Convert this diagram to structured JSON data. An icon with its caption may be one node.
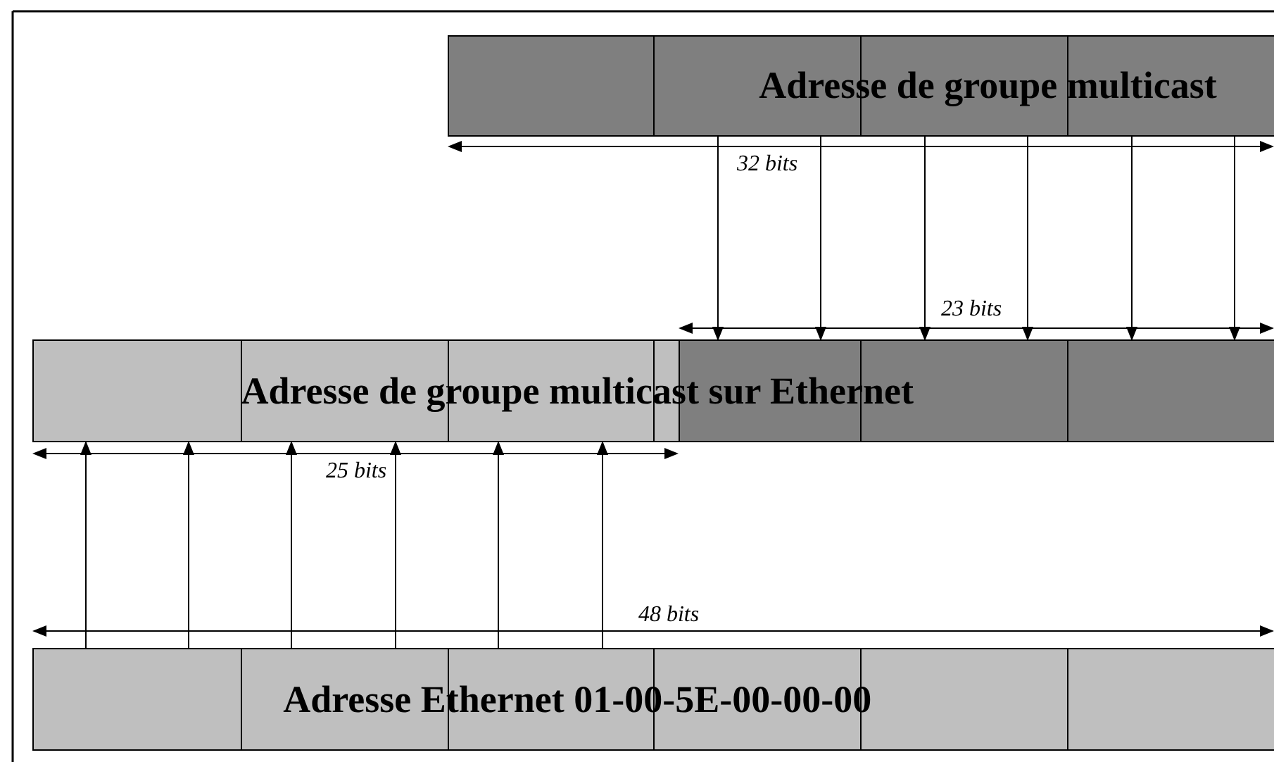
{
  "diagram": {
    "nodes": [
      {
        "text": [
          "Adresse de groupe multicast"
        ]
      },
      {
        "text": [
          "Adresse de groupe multicast sur Ethernet"
        ]
      },
      {
        "text": [
          "Adresse Ethernet 01-00-5E-00-00-00"
        ]
      }
    ],
    "edges": [
      {
        "from": 0,
        "to": 1,
        "arrow": "to"
      },
      {
        "from": 0,
        "to": 1,
        "arrow": "to"
      },
      {
        "from": 0,
        "to": 1,
        "arrow": "to"
      },
      {
        "from": 0,
        "to": 1,
        "arrow": "to"
      },
      {
        "from": 0,
        "to": 1,
        "arrow": "to"
      },
      {
        "from": 0,
        "to": 1,
        "arrow": "to"
      },
      {
        "from": 2,
        "to": 1,
        "arrow": "to"
      },
      {
        "from": 2,
        "to": 1,
        "arrow": "to"
      },
      {
        "from": 2,
        "to": 1,
        "arrow": "to"
      },
      {
        "from": 2,
        "to": 1,
        "arrow": "to"
      },
      {
        "from": 2,
        "to": 1,
        "arrow": "to"
      },
      {
        "from": 2,
        "to": 1,
        "arrow": "to"
      }
    ],
    "labels": [
      "32 bits",
      "23 bits",
      "25 bits",
      "48 bits"
    ]
  }
}
